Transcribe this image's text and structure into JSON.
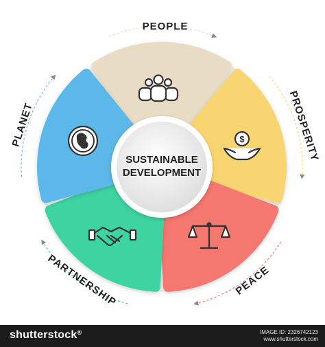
{
  "center": {
    "line1": "SUSTAINABLE",
    "line2": "DEVELOPMENT"
  },
  "segments": [
    {
      "key": "people",
      "label": "PEOPLE",
      "color": "#E8DCC4",
      "icon": "people-group-icon"
    },
    {
      "key": "prosperity",
      "label": "PROSPERITY",
      "color": "#F9D572",
      "icon": "money-hand-icon"
    },
    {
      "key": "peace",
      "label": "PEACE",
      "color": "#F4776F",
      "icon": "balance-scale-icon"
    },
    {
      "key": "partnership",
      "label": "PARTNERSHIP",
      "color": "#3DD4A2",
      "icon": "handshake-icon"
    },
    {
      "key": "planet",
      "label": "PLANET",
      "color": "#5BB8E8",
      "icon": "globe-icon"
    }
  ],
  "footer": {
    "brand": "shutterstock",
    "brand_mark": "®",
    "image_id": "IMAGE ID: 2326742123",
    "site": "www.shutterstock.com"
  }
}
